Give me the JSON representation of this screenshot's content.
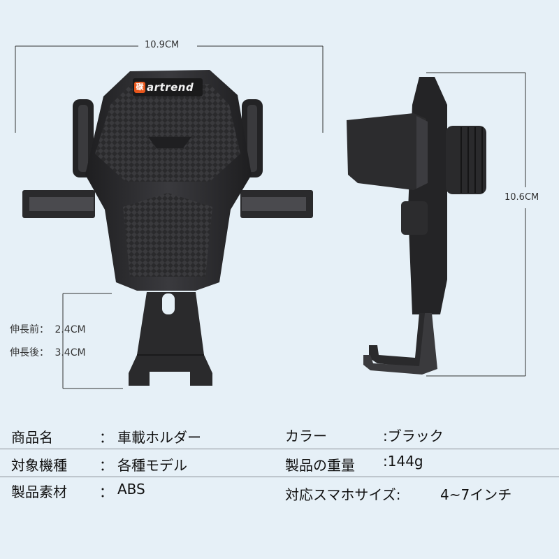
{
  "dimensions": {
    "width": "10.9CM",
    "height": "10.6CM",
    "extend_front_label": "伸長前：",
    "extend_front_value": "2.4CM",
    "extend_back_label": "伸長後：",
    "extend_back_value": "3.4CM"
  },
  "brand": {
    "logo_text": "artrend",
    "logo_mark": "碳"
  },
  "specs": {
    "rows": [
      {
        "label": "商品名",
        "colon": "：",
        "value": "車載ホルダー",
        "label2": "カラー",
        "value2": ":ブラック"
      },
      {
        "label": "対象機種",
        "colon": "：",
        "value": "各種モデル",
        "label2": "製品の重量",
        "value2": ":144g"
      },
      {
        "label": "製品素材",
        "colon": "：",
        "value": "ABS",
        "label2": "対応スマホサイズ:",
        "value2": "4~7インチ"
      }
    ]
  },
  "colors": {
    "background": "#e6f0f7",
    "product": "#2b2b2d",
    "logo_accent": "#e8561b"
  }
}
